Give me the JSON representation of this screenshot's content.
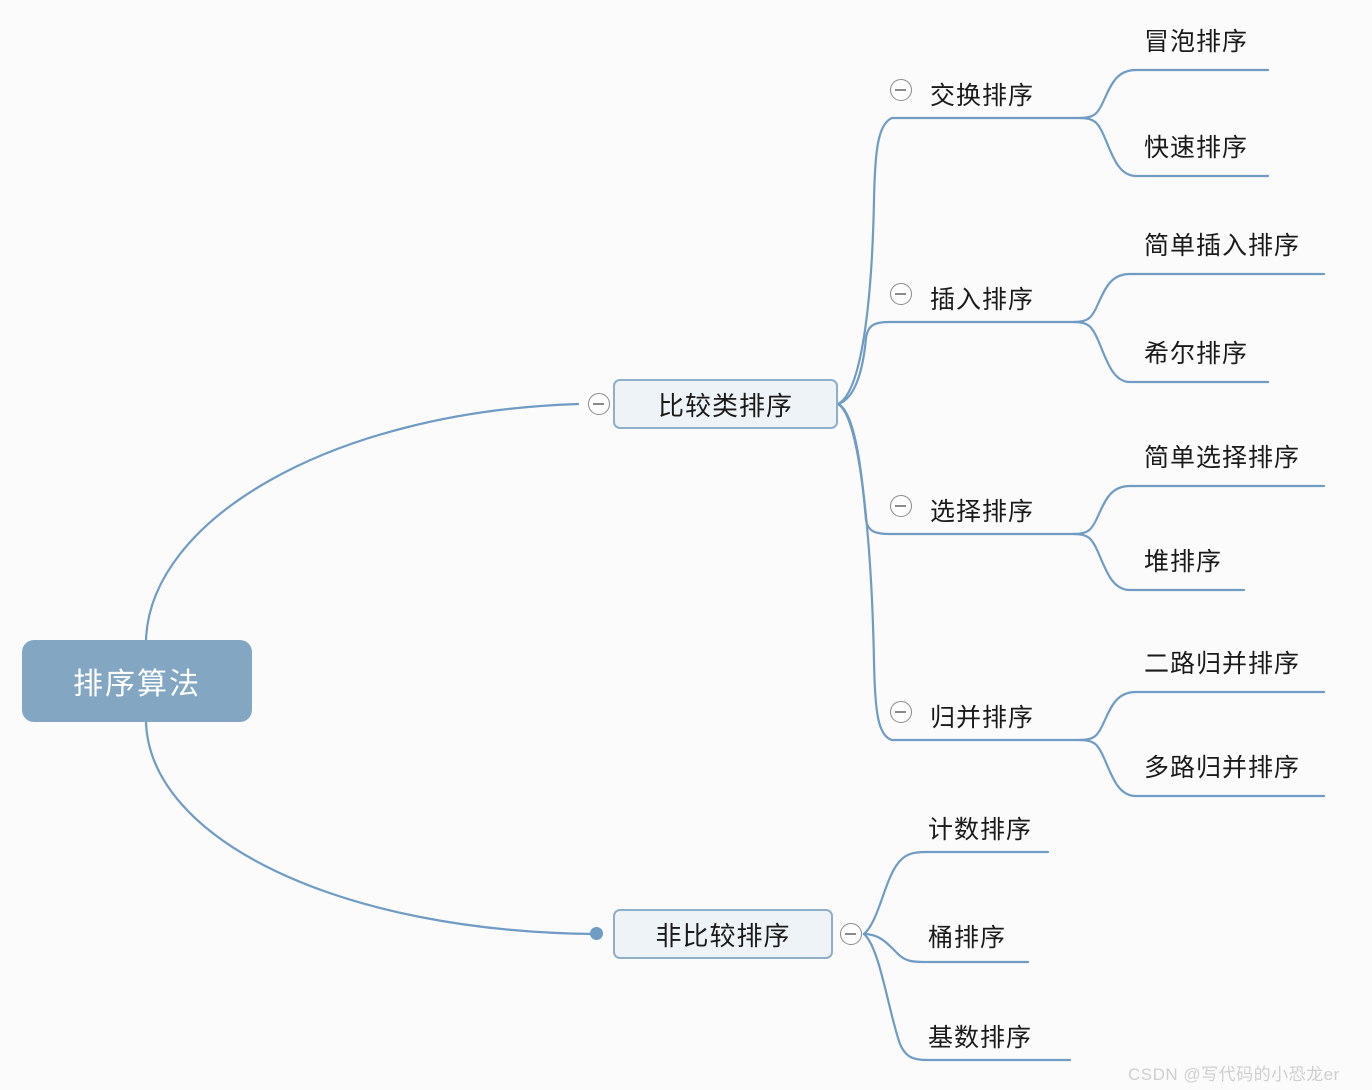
{
  "diagram": {
    "title": "排序算法",
    "type": "mindmap",
    "background_color": "#fbfbfb",
    "line_color": "#6f9bc4",
    "root_fill": "#83a7c2",
    "root_text_color": "#ffffff",
    "node_fill": "#eef3f8",
    "node_border": "#8fafc9",
    "toggle_color": "#8a8a8a"
  },
  "root": {
    "label": "排序算法"
  },
  "branches": [
    {
      "id": "comparison",
      "label": "比较类排序",
      "toggle_side": "left",
      "children": [
        {
          "id": "exchange",
          "label": "交换排序",
          "children": [
            {
              "id": "bubble",
              "label": "冒泡排序"
            },
            {
              "id": "quick",
              "label": "快速排序"
            }
          ]
        },
        {
          "id": "insertion",
          "label": "插入排序",
          "children": [
            {
              "id": "simple-insertion",
              "label": "简单插入排序"
            },
            {
              "id": "shell",
              "label": "希尔排序"
            }
          ]
        },
        {
          "id": "selection",
          "label": "选择排序",
          "children": [
            {
              "id": "simple-selection",
              "label": "简单选择排序"
            },
            {
              "id": "heap",
              "label": "堆排序"
            }
          ]
        },
        {
          "id": "merge",
          "label": "归并排序",
          "children": [
            {
              "id": "two-way-merge",
              "label": "二路归并排序"
            },
            {
              "id": "multi-way-merge",
              "label": "多路归并排序"
            }
          ]
        }
      ]
    },
    {
      "id": "non-comparison",
      "label": "非比较排序",
      "toggle_side": "right",
      "children": [
        {
          "id": "counting",
          "label": "计数排序"
        },
        {
          "id": "bucket",
          "label": "桶排序"
        },
        {
          "id": "radix",
          "label": "基数排序"
        }
      ]
    }
  ],
  "watermark": {
    "text": "CSDN @写代码的小恐龙er"
  }
}
